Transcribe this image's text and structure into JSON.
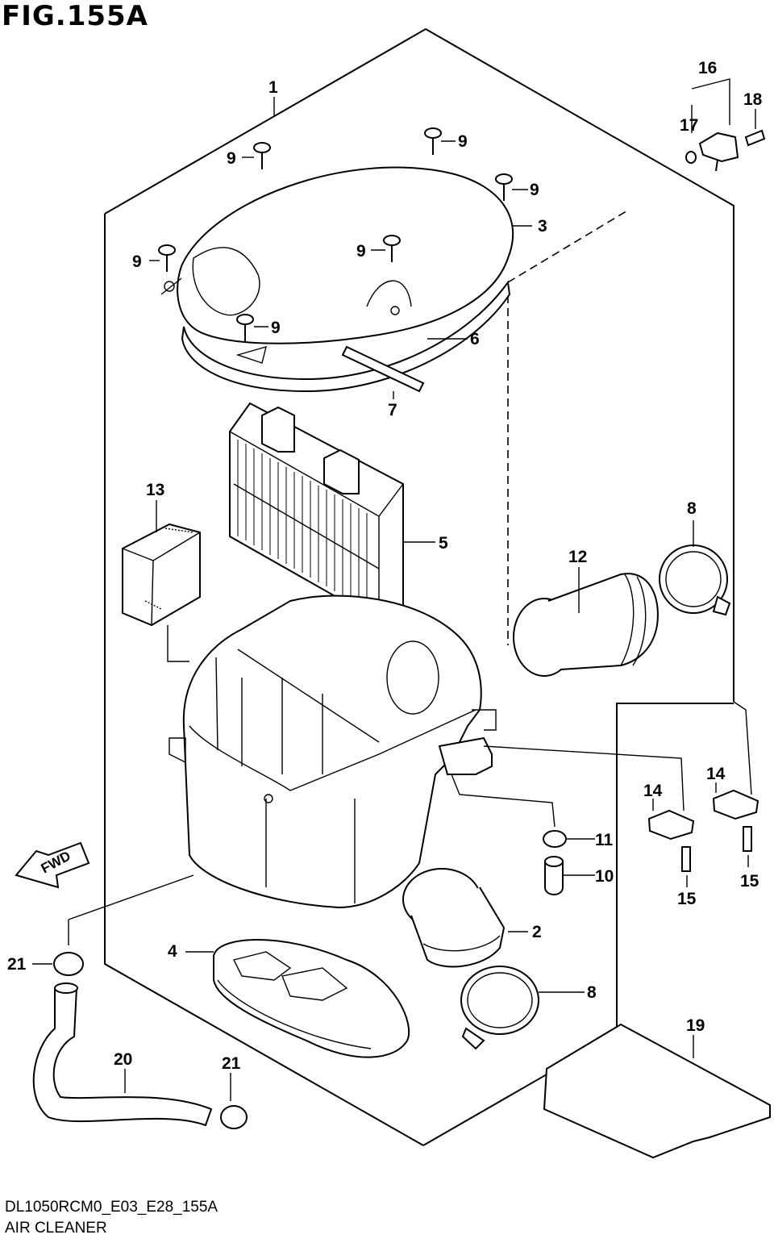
{
  "figure": {
    "title": "FIG.155A",
    "code": "DL1050RCM0_E03_E28_155A",
    "name": "AIR CLEANER"
  },
  "fwd_label": "FWD",
  "callouts": [
    {
      "id": "c1",
      "label": "1"
    },
    {
      "id": "c2",
      "label": "2"
    },
    {
      "id": "c3",
      "label": "3"
    },
    {
      "id": "c4",
      "label": "4"
    },
    {
      "id": "c5",
      "label": "5"
    },
    {
      "id": "c6",
      "label": "6"
    },
    {
      "id": "c7",
      "label": "7"
    },
    {
      "id": "c8a",
      "label": "8"
    },
    {
      "id": "c8b",
      "label": "8"
    },
    {
      "id": "c9a",
      "label": "9"
    },
    {
      "id": "c9b",
      "label": "9"
    },
    {
      "id": "c9c",
      "label": "9"
    },
    {
      "id": "c9d",
      "label": "9"
    },
    {
      "id": "c9e",
      "label": "9"
    },
    {
      "id": "c9f",
      "label": "9"
    },
    {
      "id": "c10",
      "label": "10"
    },
    {
      "id": "c11",
      "label": "11"
    },
    {
      "id": "c12",
      "label": "12"
    },
    {
      "id": "c13",
      "label": "13"
    },
    {
      "id": "c14a",
      "label": "14"
    },
    {
      "id": "c14b",
      "label": "14"
    },
    {
      "id": "c15a",
      "label": "15"
    },
    {
      "id": "c15b",
      "label": "15"
    },
    {
      "id": "c16",
      "label": "16"
    },
    {
      "id": "c17",
      "label": "17"
    },
    {
      "id": "c18",
      "label": "18"
    },
    {
      "id": "c19",
      "label": "19"
    },
    {
      "id": "c20",
      "label": "20"
    },
    {
      "id": "c21a",
      "label": "21"
    },
    {
      "id": "c21b",
      "label": "21"
    }
  ]
}
